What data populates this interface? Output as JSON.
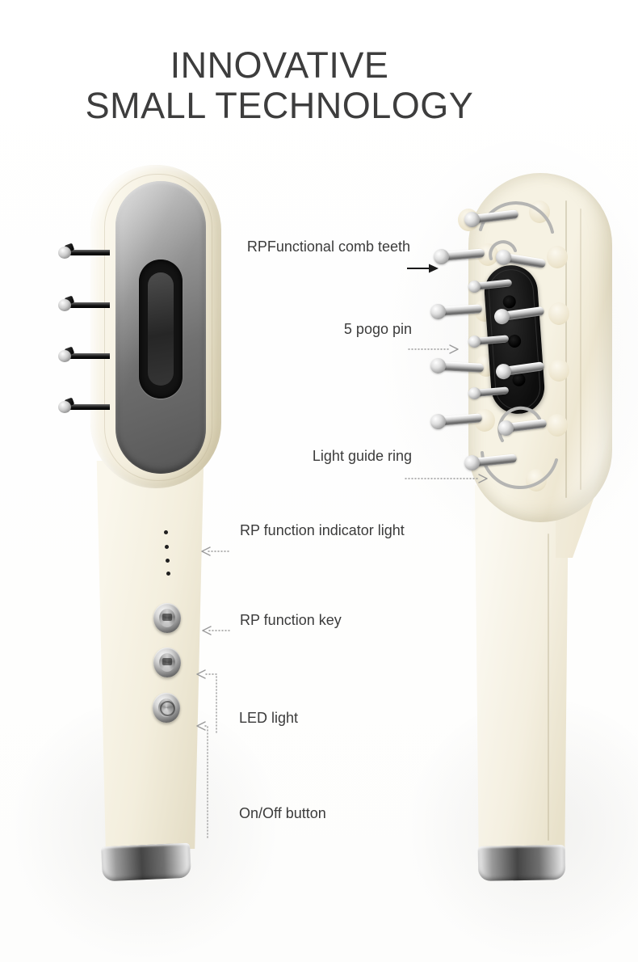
{
  "title": {
    "line1": "INNOVATIVE",
    "line2": "SMALL TECHNOLOGY"
  },
  "callouts": {
    "comb_teeth": {
      "label": "RPFunctional comb teeth"
    },
    "pogo_pin": {
      "label": "5 pogo pin"
    },
    "light_guide_ring": {
      "label": "Light guide ring"
    },
    "indicator_light": {
      "label": "RP function indicator light"
    },
    "function_key": {
      "label": "RP function key"
    },
    "led_light": {
      "label": "LED light"
    },
    "on_off_button": {
      "label": "On/Off button"
    }
  },
  "colors": {
    "title_text": "#3d3d3d",
    "label_text": "#3b3b3b",
    "dotted_arrow": "#9a9a9a",
    "solid_arrow": "#1a1a1a",
    "device_cream": "#f4efdf",
    "panel_gray": "#707070",
    "plate_black": "#141414",
    "metal_silver": "#c9c9c9"
  }
}
